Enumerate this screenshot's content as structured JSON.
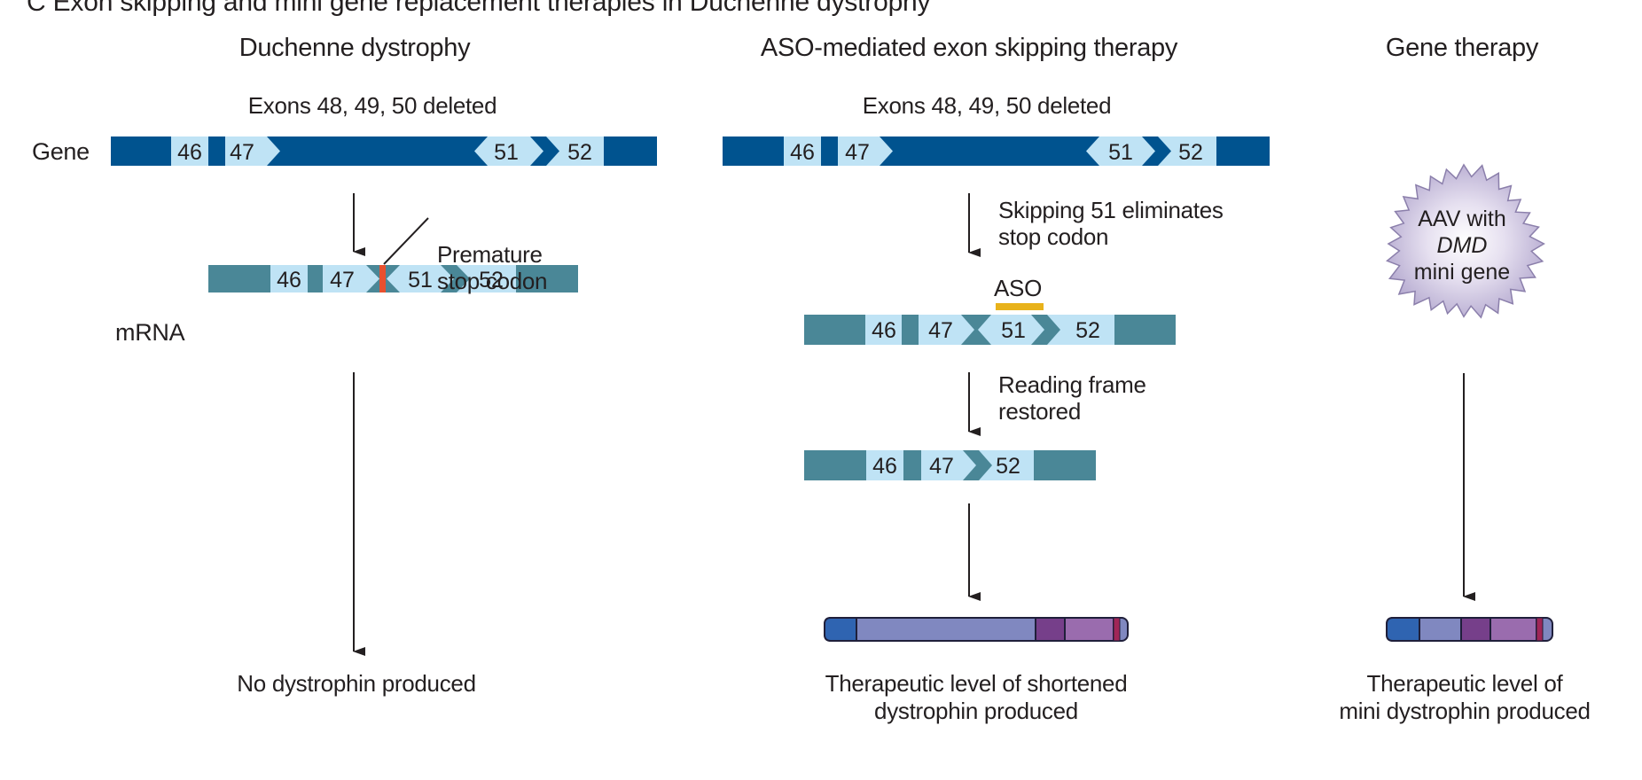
{
  "figure": {
    "title": "C  Exon skipping and mini gene replacement therapies in Duchenne dystrophy"
  },
  "row_labels": {
    "gene": "Gene",
    "mrna": "mRNA"
  },
  "panels": {
    "duchenne": {
      "header": "Duchenne dystrophy",
      "deletion_note": "Exons 48, 49, 50 deleted",
      "gene_exons": [
        "46",
        "47",
        "51",
        "52"
      ],
      "mrna_exons": [
        "46",
        "47",
        "51",
        "52"
      ],
      "stop_codon_label_line1": "Premature",
      "stop_codon_label_line2": "stop codon",
      "outcome": "No dystrophin produced"
    },
    "aso": {
      "header": "ASO-mediated exon skipping therapy",
      "deletion_note": "Exons 48, 49, 50 deleted",
      "gene_exons": [
        "46",
        "47",
        "51",
        "52"
      ],
      "step1_line1": "Skipping 51 eliminates",
      "step1_line2": "stop codon",
      "aso_label": "ASO",
      "mrna_exons": [
        "46",
        "47",
        "51",
        "52"
      ],
      "step2_line1": "Reading frame",
      "step2_line2": "restored",
      "restored_exons": [
        "46",
        "47",
        "52"
      ],
      "outcome_line1": "Therapeutic level of shortened",
      "outcome_line2": "dystrophin produced"
    },
    "gene_therapy": {
      "header": "Gene therapy",
      "vector_line1": "AAV with",
      "vector_line2": "DMD",
      "vector_line3": "mini gene",
      "outcome_line1": "Therapeutic level of",
      "outcome_line2": "mini dystrophin produced"
    }
  },
  "colors": {
    "gene_bar": "#00538f",
    "mrna_bar": "#4a8797",
    "exon": "#bfe3f5",
    "stop_codon": "#e8502f",
    "aso": "#e8b21b",
    "dystrophin_nterm": "#2f64b1",
    "dystrophin_rod": "#8088c0",
    "dystrophin_hinge": "#763f8a",
    "dystrophin_crich": "#9a6cae",
    "dystrophin_cterm": "#a02657",
    "aav_particle": "#c6bddb"
  }
}
